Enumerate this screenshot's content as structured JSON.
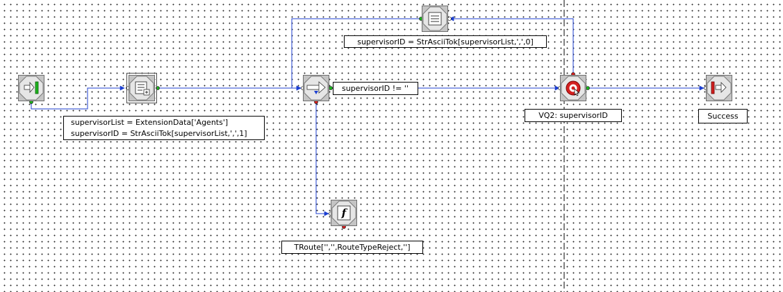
{
  "colors": {
    "connector": "#1c3fd1",
    "port_out": "#1db31d",
    "port_in": "#ffffff",
    "port_err": "#d21f1f"
  },
  "nodes": [
    {
      "id": "start",
      "icon": "start-icon"
    },
    {
      "id": "set_variable",
      "icon": "set-variable-icon"
    },
    {
      "id": "if",
      "icon": "if-icon"
    },
    {
      "id": "set_variable_2",
      "icon": "set-variable-icon"
    },
    {
      "id": "queue_to_vq",
      "icon": "queue-icon"
    },
    {
      "id": "end",
      "icon": "end-icon"
    },
    {
      "id": "function",
      "icon": "function-icon"
    }
  ],
  "labels": {
    "set_variable_line1": "supervisorList = ExtensionData['Agents']",
    "set_variable_line2": "supervisorID = StrAsciiTok[supervisorList,',',1]",
    "if_condition": "supervisorID != ''",
    "set_variable_2": "supervisorID = StrAsciiTok[supervisorList,',',0]",
    "queue": "VQ2: supervisorID",
    "end": "Success",
    "function": "TRoute['','',RouteTypeReject,'']"
  },
  "glyphs": {
    "function_letter": "f"
  }
}
